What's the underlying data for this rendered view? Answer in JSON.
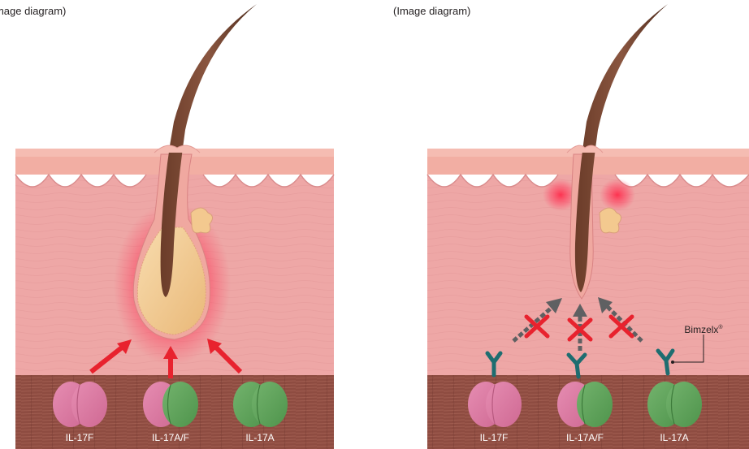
{
  "left_panel": {
    "caption": "(Image diagram)",
    "labels": [
      "IL-17F",
      "IL-17A/F",
      "IL-17A"
    ]
  },
  "right_panel": {
    "caption": "(Image diagram)",
    "labels": [
      "IL-17F",
      "IL-17A/F",
      "IL-17A"
    ],
    "drug_label": "Bimzelx",
    "drug_mark": "®"
  },
  "colors": {
    "epidermis": "#f2b3a8",
    "dermis": "#eea6a5",
    "muscle": "#8c4a3f",
    "hair": "#5a3222",
    "follicle_bulb": "#f3c98f",
    "inflammation": "#e8203a",
    "arrow_red": "#e8222e",
    "arrow_grey": "#5f6062",
    "cytokine_pink": "#d9779f",
    "cytokine_green": "#5fa25c",
    "antibody": "#1e6d70"
  }
}
